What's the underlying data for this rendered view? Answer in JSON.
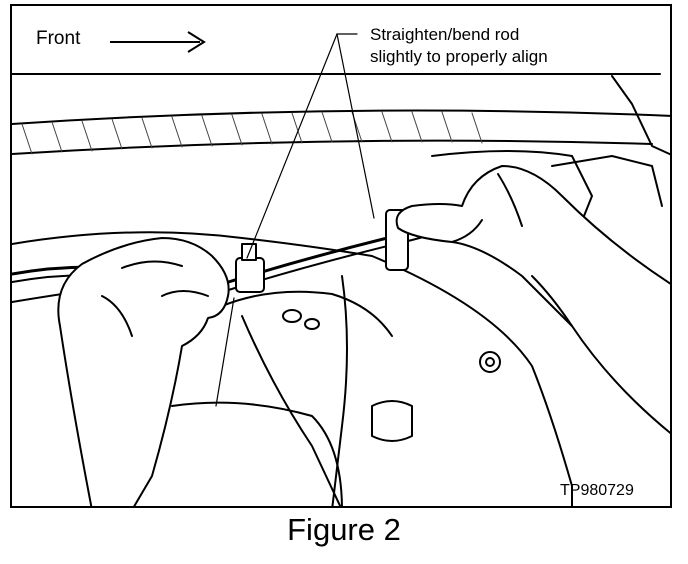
{
  "diagram": {
    "direction_label": "Front",
    "callout_line1": "Straighten/bend rod",
    "callout_line2": "slightly to properly align",
    "reference_code": "TP980729"
  },
  "caption": "Figure 2",
  "colors": {
    "ink": "#000000",
    "paper": "#ffffff",
    "shade": "#bdbdbd"
  }
}
